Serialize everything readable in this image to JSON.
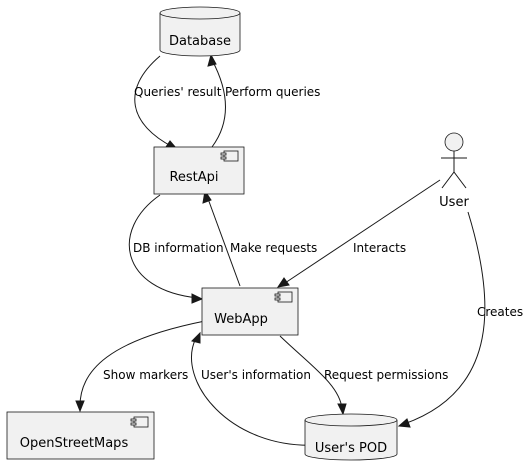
{
  "nodes": {
    "database": {
      "label": "Database",
      "kind": "database"
    },
    "restapi": {
      "label": "RestApi",
      "kind": "component"
    },
    "webapp": {
      "label": "WebApp",
      "kind": "component"
    },
    "user": {
      "label": "User",
      "kind": "actor"
    },
    "osm": {
      "label": "OpenStreetMaps",
      "kind": "component"
    },
    "pod": {
      "label": "User's POD",
      "kind": "database"
    }
  },
  "edges": {
    "queries_result": {
      "label": "Queries' result",
      "from": "Database",
      "to": "RestApi"
    },
    "perform_queries": {
      "label": "Perform queries",
      "from": "RestApi",
      "to": "Database"
    },
    "db_information": {
      "label": "DB information",
      "from": "RestApi",
      "to": "WebApp"
    },
    "make_requests": {
      "label": "Make requests",
      "from": "WebApp",
      "to": "RestApi"
    },
    "interacts": {
      "label": "Interacts",
      "from": "User",
      "to": "WebApp"
    },
    "creates": {
      "label": "Creates",
      "from": "User",
      "to": "User's POD"
    },
    "show_markers": {
      "label": "Show markers",
      "from": "WebApp",
      "to": "OpenStreetMaps"
    },
    "users_information": {
      "label": "User's information",
      "from": "User's POD",
      "to": "WebApp"
    },
    "request_permissions": {
      "label": "Request permissions",
      "from": "WebApp",
      "to": "User's POD"
    }
  },
  "colors": {
    "node_fill": "#f1f1f1",
    "stroke": "#181818",
    "background": "#ffffff"
  }
}
